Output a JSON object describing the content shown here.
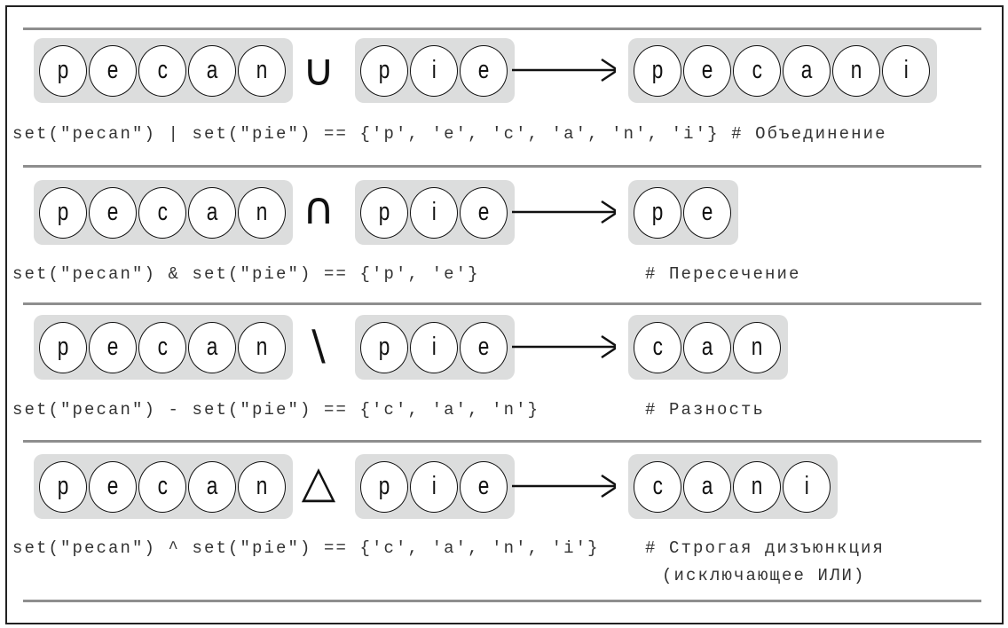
{
  "operations": [
    {
      "name": "union",
      "left_set": [
        "p",
        "e",
        "c",
        "a",
        "n"
      ],
      "operator": "∪",
      "right_set": [
        "p",
        "i",
        "e"
      ],
      "result_set": [
        "p",
        "e",
        "c",
        "a",
        "n",
        "i"
      ],
      "code": "set(\"pecan\") | set(\"pie\") == {'p', 'e', 'c', 'a', 'n', 'i'}",
      "comment": "# Объединение"
    },
    {
      "name": "intersection",
      "left_set": [
        "p",
        "e",
        "c",
        "a",
        "n"
      ],
      "operator": "∩",
      "right_set": [
        "p",
        "i",
        "e"
      ],
      "result_set": [
        "p",
        "e"
      ],
      "code": "set(\"pecan\") & set(\"pie\") == {'p', 'e'}",
      "comment": "# Пересечение"
    },
    {
      "name": "difference",
      "left_set": [
        "p",
        "e",
        "c",
        "a",
        "n"
      ],
      "operator": "\\",
      "right_set": [
        "p",
        "i",
        "e"
      ],
      "result_set": [
        "c",
        "a",
        "n"
      ],
      "code": "set(\"pecan\") - set(\"pie\") == {'c', 'a', 'n'}",
      "comment": "# Разность"
    },
    {
      "name": "symmetric-difference",
      "left_set": [
        "p",
        "e",
        "c",
        "a",
        "n"
      ],
      "operator": "△",
      "right_set": [
        "p",
        "i",
        "e"
      ],
      "result_set": [
        "c",
        "a",
        "n",
        "i"
      ],
      "code": "set(\"pecan\") ^ set(\"pie\") == {'c', 'a', 'n', 'i'}",
      "comment": "# Строгая дизъюнкция",
      "comment_line2": "(исключающее ИЛИ)"
    }
  ],
  "colors": {
    "set_bg": "#dcdddd",
    "rule": "#8e8e8e",
    "text": "#333333"
  }
}
